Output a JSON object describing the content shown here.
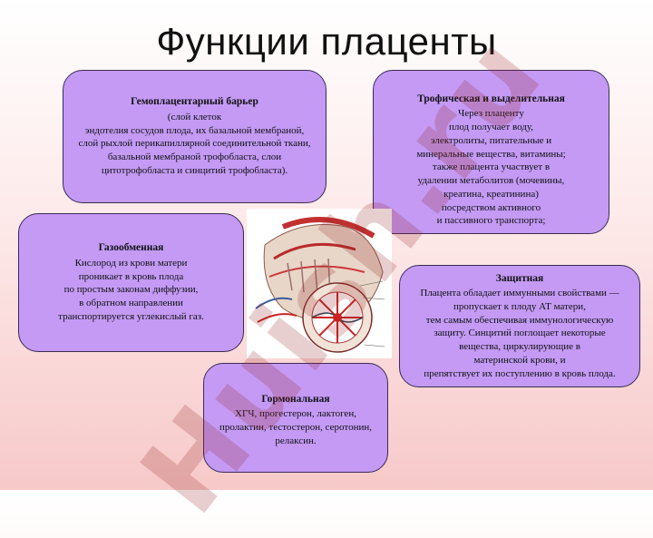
{
  "slide": {
    "title": "Функции плаценты"
  },
  "cards": {
    "barrier": {
      "title": "Гемоплацентарный барьер",
      "body": "(слой клеток\nэндотелия сосудов плода, их базальной мембраной,\nслой рыхлой перикапиллярной соединительной ткани,\nбазальной мембраной трофобласта, слои\nцитотрофобласта и синцитий трофобласта)."
    },
    "trophic": {
      "title": "Трофическая и выделительная",
      "body": "Через плаценту\nплод получает воду,\nэлектролиты, питательные и\nминеральные вещества, витамины;\nтакже плацента участвует в\nудалении метаболитов (мочевины,\nкреатина, креатинина)\nпосредством активного\nи пассивного транспорта;"
    },
    "gas": {
      "title": "Газообменная",
      "body": "Кислород из крови матери\nпроникает в кровь плода\nпо простым законам диффузии,\nв обратном направлении\nтранспортируется углекислый газ."
    },
    "protective": {
      "title": "Защитная",
      "body": "Плацента обладает иммунными свойствами —\nпропускает к плоду АТ матери,\nтем самым обеспечивая иммунологическую\nзащиту. Синцитий поглощает некоторые\nвещества, циркулирующие в\nматеринской крови, и\nпрепятствует их поступлению в кровь плода."
    },
    "hormonal": {
      "title": "Гормональная",
      "body": "ХГЧ, прогестерон, лактоген,\nпролактин, тестостерон, серотонин,\nрелаксин."
    }
  },
  "watermark": {
    "text": "Huish.ru"
  },
  "colors": {
    "card_fill": "#c49af5",
    "card_border": "#3b2a55",
    "watermark": "#962323"
  }
}
